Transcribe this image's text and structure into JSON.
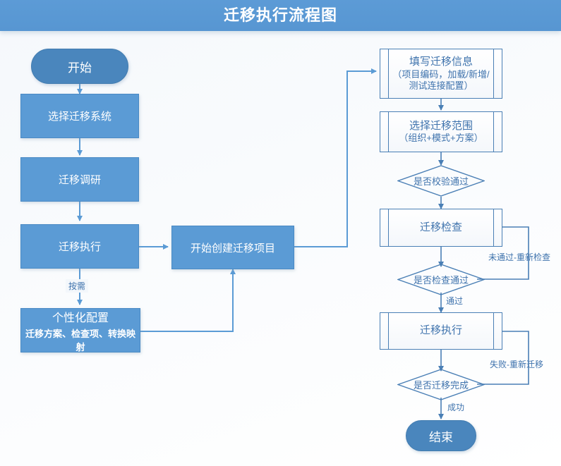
{
  "title": "迁移执行流程图",
  "theme": {
    "title_bar_color": "#5c9bd6",
    "node_fill": "#5b9bd5",
    "terminator_fill": "#4a86bd",
    "outline_blue": "#4a7fb5",
    "text_blue": "#3f73ad",
    "background": "#f7fafd"
  },
  "nodes": {
    "start": {
      "label": "开始"
    },
    "select_system": {
      "label": "选择迁移系统"
    },
    "survey": {
      "label": "迁移调研"
    },
    "exec_left": {
      "label": "迁移执行"
    },
    "custom_config": {
      "line1": "个性化配置",
      "line2": "迁移方案、检查项、转换映射"
    },
    "create_project": {
      "label": "开始创建迁移项目"
    },
    "fill_info": {
      "line1": "填写迁移信息",
      "line2": "（项目编码，加载/新增/测试连接配置）"
    },
    "select_scope": {
      "line1": "选择迁移范围",
      "line2": "（组织+模式+方案）"
    },
    "check": {
      "label": "迁移检查"
    },
    "exec_right": {
      "label": "迁移执行"
    },
    "end": {
      "label": "结束"
    }
  },
  "decisions": {
    "validate": {
      "label": "是否校验通过"
    },
    "check_pass": {
      "label": "是否检查通过"
    },
    "migrate_done": {
      "label": "是否迁移完成"
    }
  },
  "edge_labels": {
    "on_demand": "按需",
    "recheck": "未通过-重新检查",
    "passed": "通过",
    "remigrate": "失败-重新迁移",
    "success": "成功"
  }
}
